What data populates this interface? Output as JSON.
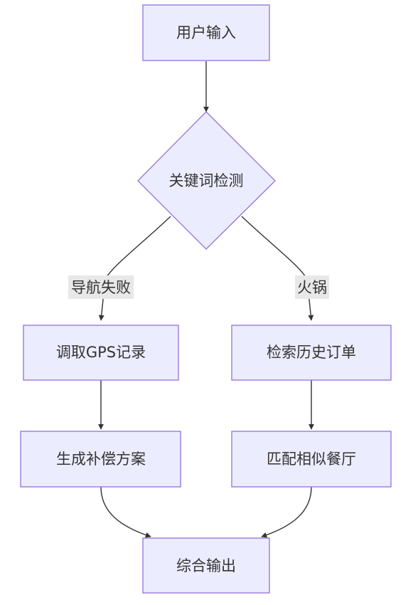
{
  "nodes": {
    "input": "用户输入",
    "detect": "关键词检测",
    "gps": "调取GPS记录",
    "history": "检索历史订单",
    "compensate": "生成补偿方案",
    "match": "匹配相似餐厅",
    "output": "综合输出"
  },
  "edge_labels": {
    "nav_fail": "导航失败",
    "hotpot": "火锅"
  },
  "colors": {
    "node_fill": "#ECECFF",
    "node_stroke": "#9370DB",
    "edge": "#333333",
    "label_bg": "#E8E8E8"
  }
}
